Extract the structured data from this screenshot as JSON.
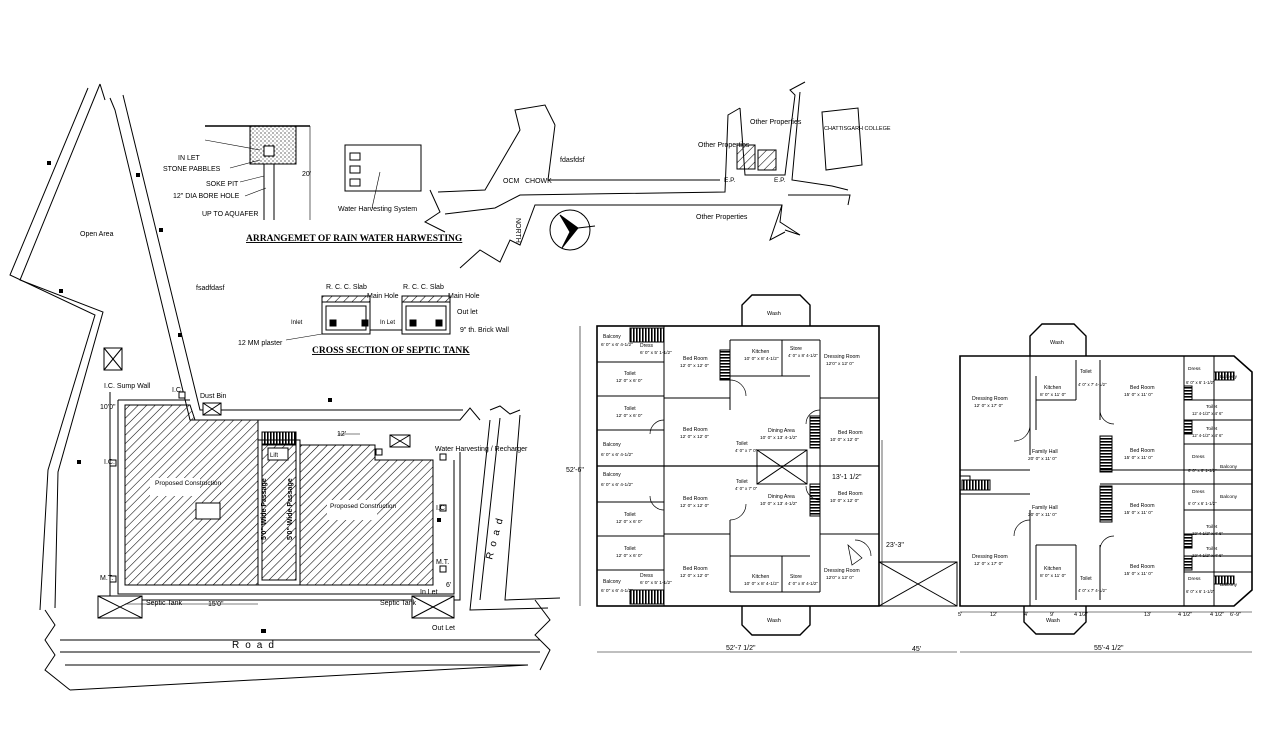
{
  "site": {
    "open_area": "Open Area",
    "note_text": "fsadfdasf",
    "sump_wall": "I.C. Sump Wall",
    "ic": "I.C.",
    "dust_bin": "Dust Bin",
    "lift": "Lift",
    "passage": "5'0\" Wide Passage",
    "proposed_construction": "Proposed Construction",
    "water_harvesting_recharger": "Water Harvesting / Recharger",
    "septic_tank": "Septic Tank",
    "mt": "M.T.",
    "in_let": "In Let",
    "out_let": "Out Let",
    "road": "Road",
    "dim_top": "10'0\"",
    "dim_gap": "12'",
    "dim_bottom": "15'0\"",
    "dim_small": "6'"
  },
  "rainwater": {
    "title": "ARRANGEMET OF RAIN WATER HARWESTING",
    "labels": [
      "IN LET",
      "STONE PABBLES",
      "SOKE PIT",
      "12\" DIA BORE HOLE",
      "UP TO AQUAFER"
    ],
    "depth": "20'",
    "system_label": "Water Harvesting System"
  },
  "septic_section": {
    "title": "CROSS SECTION OF SEPTIC TANK",
    "rcc_slab": "R. C. C. Slab",
    "main_hole": "Main Hole",
    "out_let": "Out let",
    "inlet": "Inlet",
    "in_let": "In Let",
    "brick_wall": "9\" th. Brick Wall",
    "plaster": "12 MM plaster"
  },
  "location": {
    "fdasfdsf": "fdasfdsf",
    "ocm": "OCM",
    "chowk": "CHOWK",
    "north": "NORTH",
    "other_properties": "Other Properties",
    "ep": "E.P.",
    "college": "CHATTISGARH COLLEGE"
  },
  "plan_left": {
    "wash": "Wash",
    "balcony": "Balcony",
    "balcony_size": "6' 0\" x 6' 4-1/2\"",
    "dress": "Dress",
    "dress_size": "6' 0\" x 5' 1-1/2\"",
    "toilet": "Toilet",
    "toilet_size": "12' 0\" x 6' 0\"",
    "toilet_small_size": "4' 0\" x 7' 0\"",
    "bed_room": "Bed Room",
    "bed_size": "12' 0\" x 12' 0\"",
    "bed_size_right": "10' 0\" x 12' 0\"",
    "kitchen": "Kitchen",
    "kitchen_size": "10' 0\" x 8' 4-1/2\"",
    "store": "Store",
    "store_size": "4' 0\" x 8' 4-1/2\"",
    "dressing_room": "Dressing Room",
    "dressing_size": "12'0\" x 12' 0\"",
    "dining_area": "Dining Area",
    "dining_size": "10' 0\" x 13' 4-1/2\"",
    "dim_height": "52'-6\"",
    "dim_width": "52'-7 1/2\"",
    "dim_mid": "13'-1 1/2\"",
    "dim_right": "23'-3\""
  },
  "plan_right": {
    "wash": "Wash",
    "dressing_room": "Dressing Room",
    "dressing_size": "12' 0\" x 17' 0\"",
    "kitchen": "Kitchen",
    "kitchen_size": "8' 0\" x 11' 0\"",
    "toilet": "Toilet",
    "toilet_small_size": "4' 0\" x 7' 4-1/2\"",
    "toilet_size": "12' 4-1/2\" x 4' 6\"",
    "family_hall": "Family Hall",
    "family_size": "20' 0\" x 11' 0\"",
    "bed_room": "Bed Room",
    "bed_size": "15' 0\" x 11' 0\"",
    "dress": "Dress",
    "dress_size": "6' 0\" x 6' 1-1/2\"",
    "balcony": "Balcony",
    "dim_gap": "45'",
    "dim_width": "55'-4 1/2\"",
    "dims": [
      "5'",
      "12'",
      "4'",
      "9'",
      "4 1/2\"",
      "13'",
      "4 1/2\"",
      "4 1/2\"",
      "6'-9\""
    ]
  }
}
